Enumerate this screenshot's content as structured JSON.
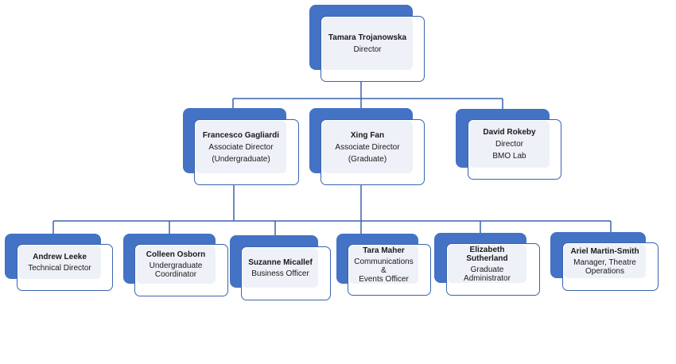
{
  "colors": {
    "accent": "#4472c4",
    "border": "#3a64ad",
    "card_bg": "#eef1f7",
    "line": "#3a64ad"
  },
  "nodes": {
    "director": {
      "name": "Tamara Trojanowska",
      "role": [
        "Director"
      ]
    },
    "francesco": {
      "name": "Francesco Gagliardi",
      "role": [
        "Associate Director",
        "(Undergraduate)"
      ]
    },
    "xing": {
      "name": "Xing Fan",
      "role": [
        "Associate Director",
        "(Graduate)"
      ]
    },
    "david": {
      "name": "David Rokeby",
      "role": [
        "Director",
        "BMO Lab"
      ]
    },
    "andrew": {
      "name": "Andrew Leeke",
      "role": [
        "Technical Director"
      ]
    },
    "colleen": {
      "name": "Colleen Osborn",
      "role": [
        "Undergraduate",
        "Coordinator"
      ]
    },
    "suzanne": {
      "name": "Suzanne Micallef",
      "role": [
        "Business Officer"
      ]
    },
    "tara": {
      "name": "Tara Maher",
      "role": [
        "Communications &",
        "Events Officer"
      ]
    },
    "elizabeth": {
      "name": "Elizabeth Sutherland",
      "role": [
        "Graduate Administrator"
      ]
    },
    "ariel": {
      "name": "Ariel Martin-Smith",
      "role": [
        "Manager, Theatre",
        "Operations"
      ]
    }
  }
}
